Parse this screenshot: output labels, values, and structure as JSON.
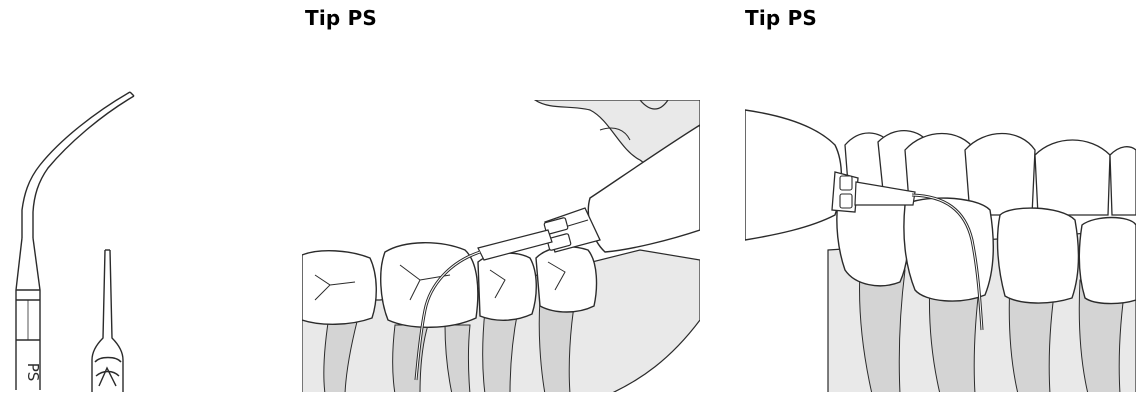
{
  "titles": {
    "left": "Tip PS",
    "right": "Tip PS"
  },
  "tip_engraving": "PS",
  "colors": {
    "line": "#2b2b2b",
    "tooth_fill": "#ffffff",
    "gum_fill": "#e9e9e9",
    "root_fill": "#d4d4d4",
    "handpiece_fill": "#ffffff"
  },
  "icons": {
    "tip_side_view": "scaler-tip-side-icon",
    "tip_front_view": "scaler-tip-front-icon",
    "illustration_lower_molars": "lower-molars-scaling-illustration",
    "illustration_anterior": "anterior-teeth-scaling-illustration"
  }
}
